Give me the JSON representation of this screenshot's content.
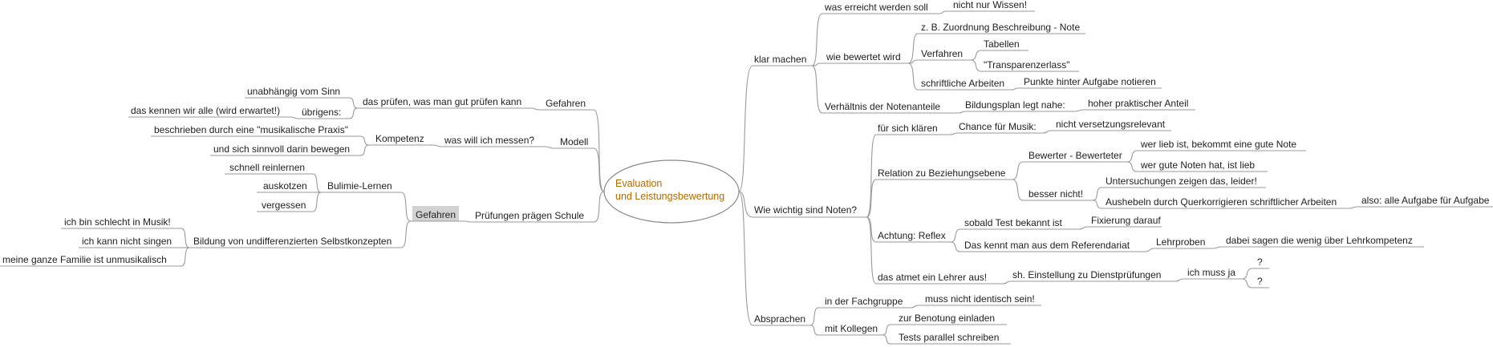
{
  "root": {
    "line1": "Evaluation",
    "line2": "und Leistungsbewertung"
  },
  "nodes": {
    "klar_machen": "klar machen",
    "was_erreicht": "was erreicht werden soll",
    "nicht_nur_wissen": "nicht nur Wissen!",
    "wie_bewertet": "wie bewertet wird",
    "zuordnung": "z. B. Zuordnung Beschreibung - Note",
    "verfahren": "Verfahren",
    "tabellen": "Tabellen",
    "transparenz": "\"Transparenzerlass\"",
    "schriftliche": "schriftliche Arbeiten",
    "punkte": "Punkte hinter Aufgabe notieren",
    "verhaeltnis": "Verhältnis der Notenanteile",
    "bildungsplan": "Bildungsplan legt nahe:",
    "hoher": "hoher praktischer Anteil",
    "wie_wichtig": "Wie wichtig sind Noten?",
    "fuer_sich": "für sich klären",
    "chance": "Chance für Musik:",
    "nicht_versetzung": "nicht versetzungsrelevant",
    "relation": "Relation zu Beziehungsebene",
    "bewerter": "Bewerter - Bewerteter",
    "wer_lieb": "wer lieb ist, bekommt eine gute Note",
    "wer_gute": "wer gute Noten hat, ist lieb",
    "besser_nicht": "besser nicht!",
    "untersuchungen": "Untersuchungen zeigen das, leider!",
    "aushebeln": "Aushebeln durch Querkorrigieren schriftlicher Arbeiten",
    "also_alle": "also: alle Aufgabe für Aufgabe",
    "achtung": "Achtung: Reflex",
    "sobald": "sobald Test bekannt ist",
    "fixierung": "Fixierung darauf",
    "das_kennt": "Das kennt man aus dem Referendariat",
    "lehrproben": "Lehrproben",
    "dabei": "dabei sagen die wenig über Lehrkompetenz",
    "atmet": "das atmet ein Lehrer aus!",
    "einstellung": "sh. Einstellung zu Dienstprüfungen",
    "ich_muss": "ich muss ja",
    "q1": "?",
    "q2": "?",
    "absprachen": "Absprachen",
    "fachgruppe": "in der Fachgruppe",
    "muss_nicht": "muss nicht identisch sein!",
    "mit_kollegen": "mit Kollegen",
    "benotung": "zur Benotung einladen",
    "tests_parallel": "Tests parallel schreiben",
    "gefahren_top": "Gefahren",
    "das_pruefen": "das prüfen, was man gut prüfen kann",
    "unabhaengig": "unabhängig vom Sinn",
    "uebrigens": "übrigens:",
    "das_kennen": "das kennen wir alle (wird erwartet!)",
    "modell": "Modell",
    "was_messen": "was will ich messen?",
    "kompetenz": "Kompetenz",
    "beschrieben": "beschrieben durch eine \"musikalische Praxis\"",
    "und_sich": "und sich sinnvoll darin bewegen",
    "pruefungen": "Prüfungen prägen Schule",
    "gefahren_hl": "Gefahren",
    "bulimie": "Bulimie-Lernen",
    "schnell": "schnell reinlernen",
    "auskotzen": "auskotzen",
    "vergessen": "vergessen",
    "bildung": "Bildung von undifferenzierten Selbstkonzepten",
    "ich_bin": "ich bin schlecht in Musik!",
    "ich_kann": "ich kann nicht singen",
    "meine": "meine ganze Familie ist unmusikalisch"
  },
  "colors": {
    "root_text": "#b36b00",
    "edge": "#9a9a9a",
    "highlight": "#d2d2d2",
    "text": "#222222"
  }
}
